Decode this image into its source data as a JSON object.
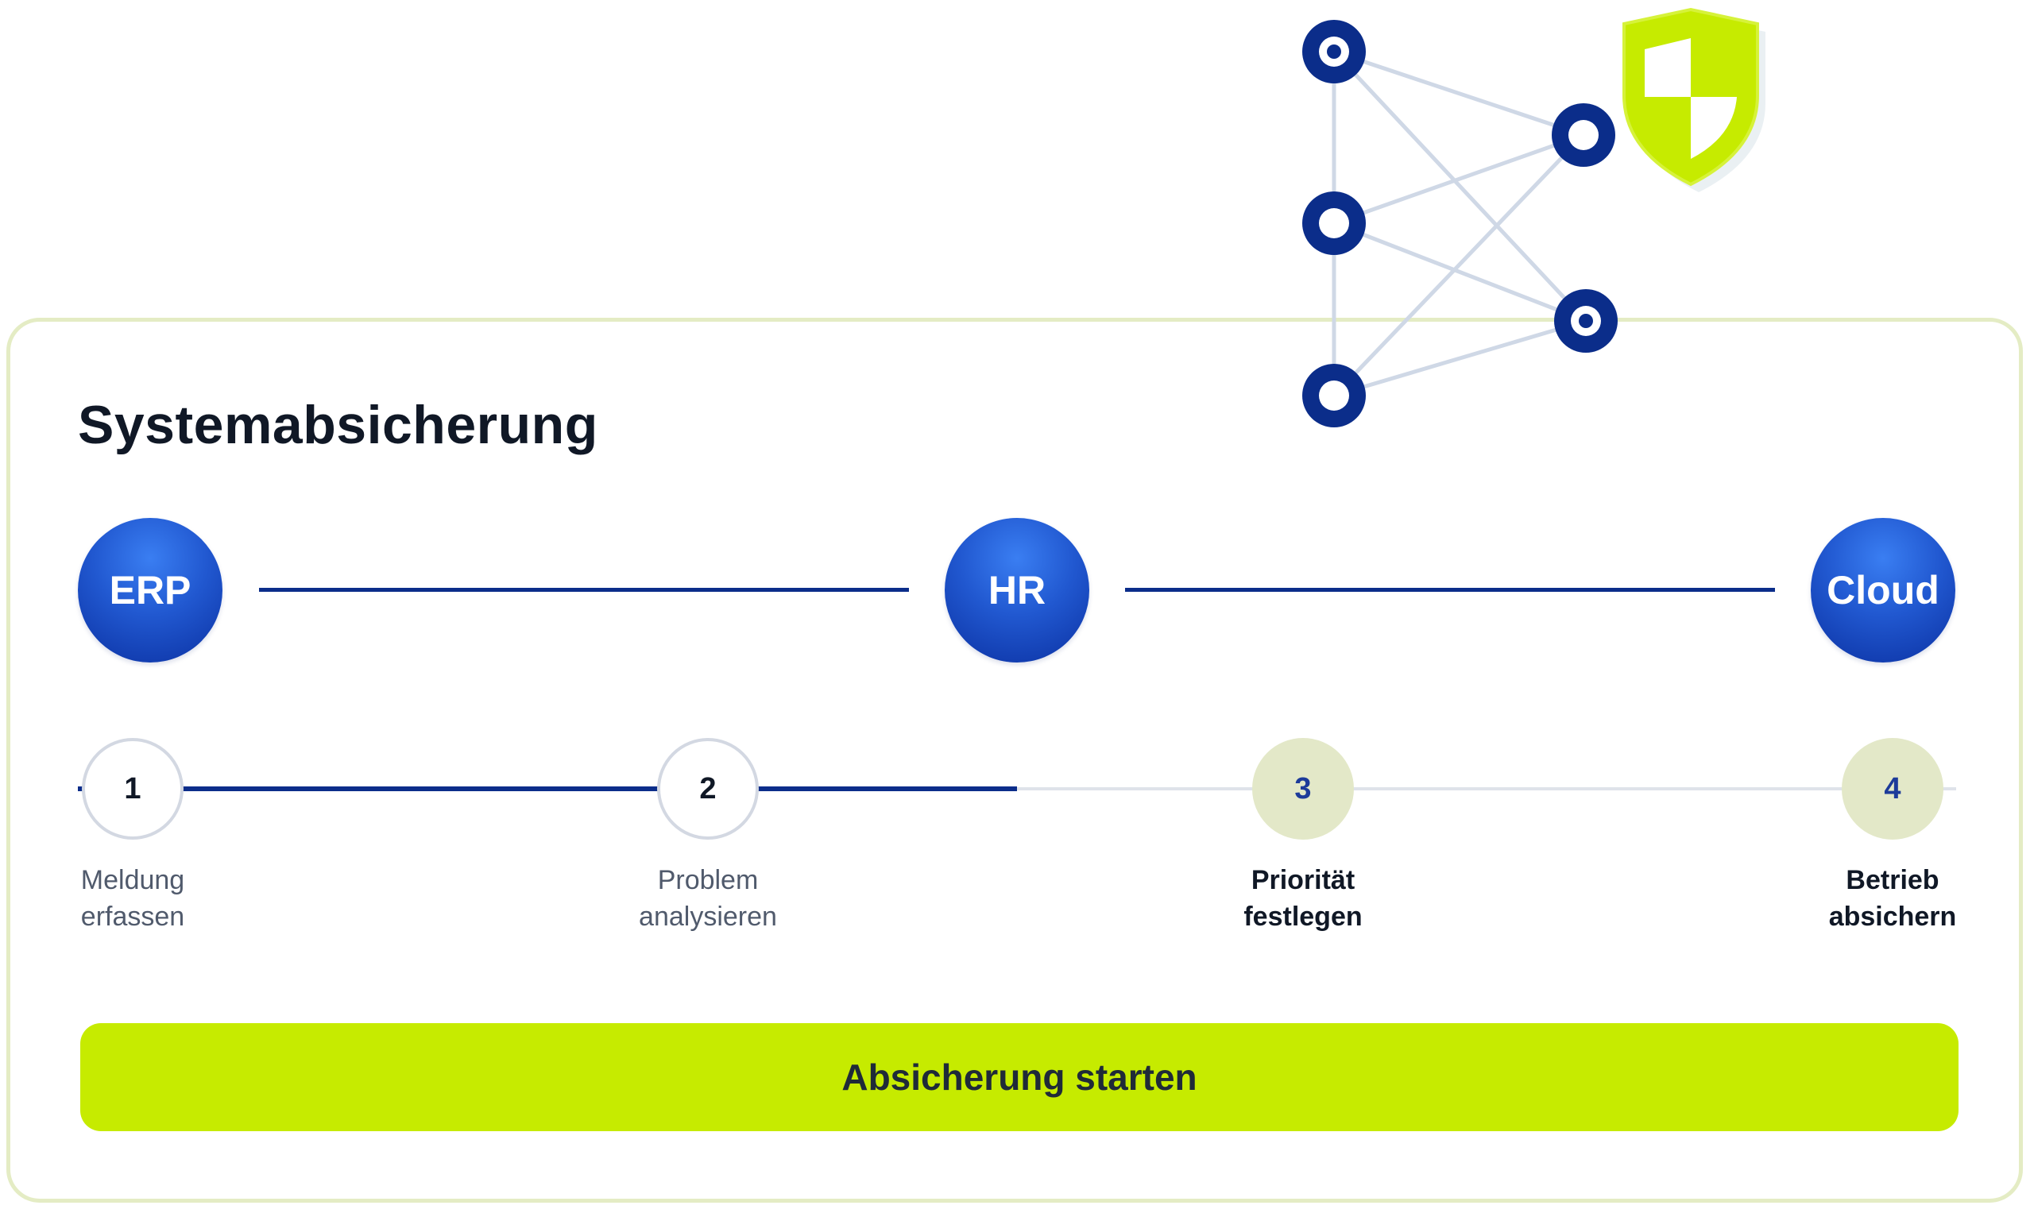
{
  "card": {
    "title": "Systemabsicherung",
    "systems": [
      {
        "label": "ERP"
      },
      {
        "label": "HR"
      },
      {
        "label": "Cloud"
      }
    ],
    "steps": [
      {
        "number": "1",
        "label_line1": "Meldung",
        "label_line2": "erfassen",
        "status": "completed"
      },
      {
        "number": "2",
        "label_line1": "Problem",
        "label_line2": "analysieren",
        "status": "completed"
      },
      {
        "number": "3",
        "label_line1": "Priorität",
        "label_line2": "festlegen",
        "status": "pending"
      },
      {
        "number": "4",
        "label_line1": "Betrieb",
        "label_line2": "absichern",
        "status": "pending"
      }
    ],
    "progress_fraction": 0.5,
    "cta_label": "Absicherung starten"
  },
  "colors": {
    "brand_blue": "#1f4fc4",
    "line_blue": "#0b2d8a",
    "accent_lime": "#c6eb00",
    "pending_step_bg": "#e3e8c8",
    "card_border": "#e4ecc4"
  },
  "icons": {
    "network": "network-graph-icon",
    "shield": "security-shield-icon"
  }
}
